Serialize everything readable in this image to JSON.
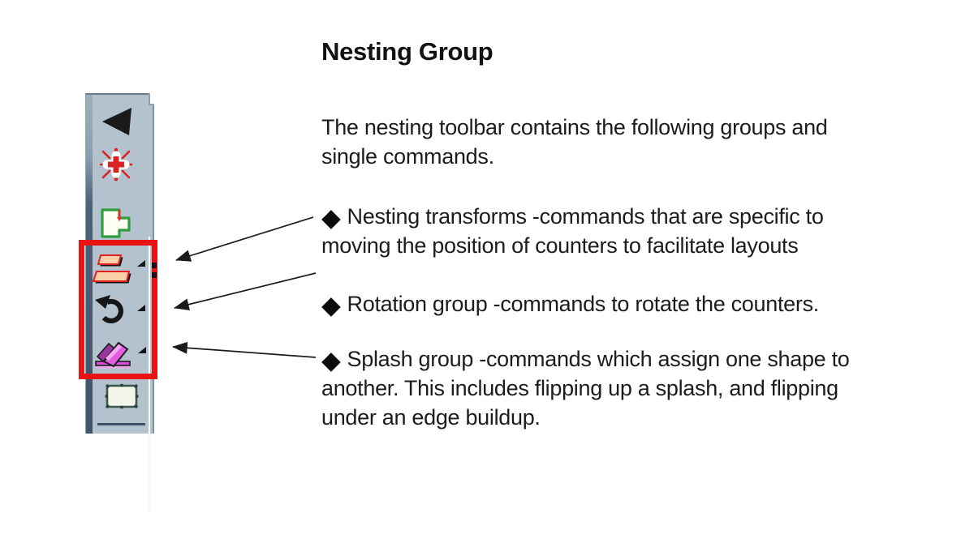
{
  "page": {
    "title": "Nesting Group",
    "intro": "The nesting toolbar contains the following groups and single commands."
  },
  "bullets": [
    {
      "marker": "◆",
      "text": "Nesting transforms -commands that are specific to moving the position of counters to facilitate layouts"
    },
    {
      "marker": "◆",
      "text": "Rotation group -commands to rotate the counters."
    },
    {
      "marker": "◆",
      "text": "Splash group -commands which assign one shape to another. This includes flipping up a splash, and flipping under an edge buildup."
    }
  ],
  "toolbar": {
    "name": "nesting toolbar",
    "icons": [
      {
        "name": "back-arrow-icon",
        "flyout": false
      },
      {
        "name": "explode-icon",
        "flyout": false
      },
      {
        "name": "counter-shape-icon",
        "flyout": false
      },
      {
        "name": "nesting-transforms-icon",
        "flyout": true
      },
      {
        "name": "rotation-undo-icon",
        "flyout": true
      },
      {
        "name": "splash-icon",
        "flyout": true
      },
      {
        "name": "rectangle-marquee-icon",
        "flyout": false
      }
    ]
  },
  "highlight": {
    "shape": "rectangle",
    "color": "#ea1313"
  },
  "colors": {
    "background": "#ffffff",
    "text": "#1c1c1c",
    "toolbar_bg": "#b4c2cd",
    "toolbar_strip_dark": "#3e556a",
    "highlight_red": "#ea1313",
    "icon_red": "#d92323",
    "icon_green": "#2f9e41",
    "icon_peach": "#f8cfa6",
    "icon_magenta": "#e35de3",
    "icon_black": "#1a1a1a"
  }
}
